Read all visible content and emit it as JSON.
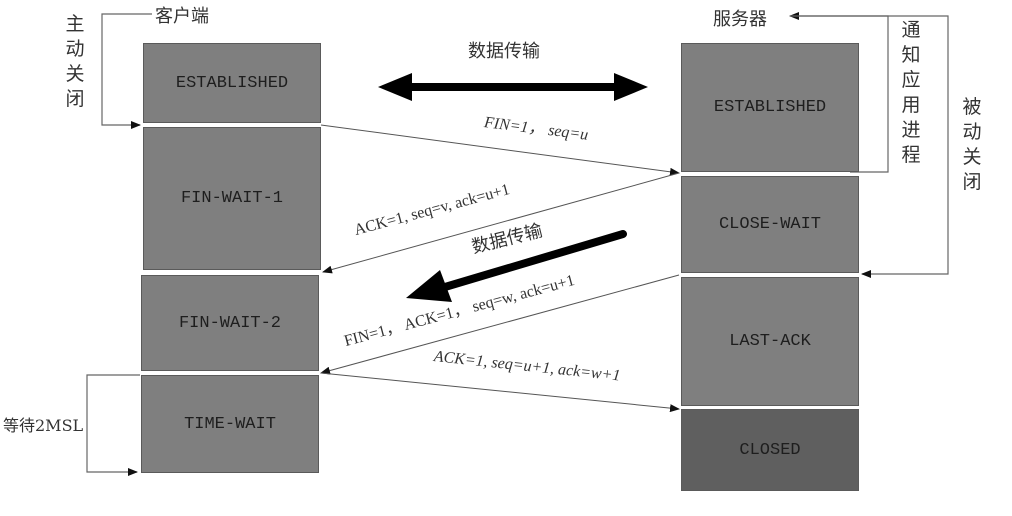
{
  "client": {
    "title": "客户端",
    "side_label": "主动关闭",
    "states": [
      "ESTABLISHED",
      "FIN-WAIT-1",
      "FIN-WAIT-2",
      "TIME-WAIT"
    ],
    "wait_label": "等待2MSL"
  },
  "server": {
    "title": "服务器",
    "notify_label": "通知应用进程",
    "side_label": "被动关闭",
    "states": [
      "ESTABLISHED",
      "CLOSE-WAIT",
      "LAST-ACK",
      "CLOSED"
    ]
  },
  "data_transfer_1": "数据传输",
  "data_transfer_2": "数据传输",
  "messages": {
    "fin1": "FIN=1， seq=u",
    "ack1": "ACK=1, seq=v, ack=u+1",
    "fin2": "FIN=1， ACK=1， seq=w, ack=u+1",
    "ack2": "ACK=1, seq=u+1, ack=w+1"
  },
  "colors": {
    "state_box": "#7f7f7f",
    "closed_box": "#5f5f5f",
    "line": "#555555",
    "arrow": "#000000"
  }
}
